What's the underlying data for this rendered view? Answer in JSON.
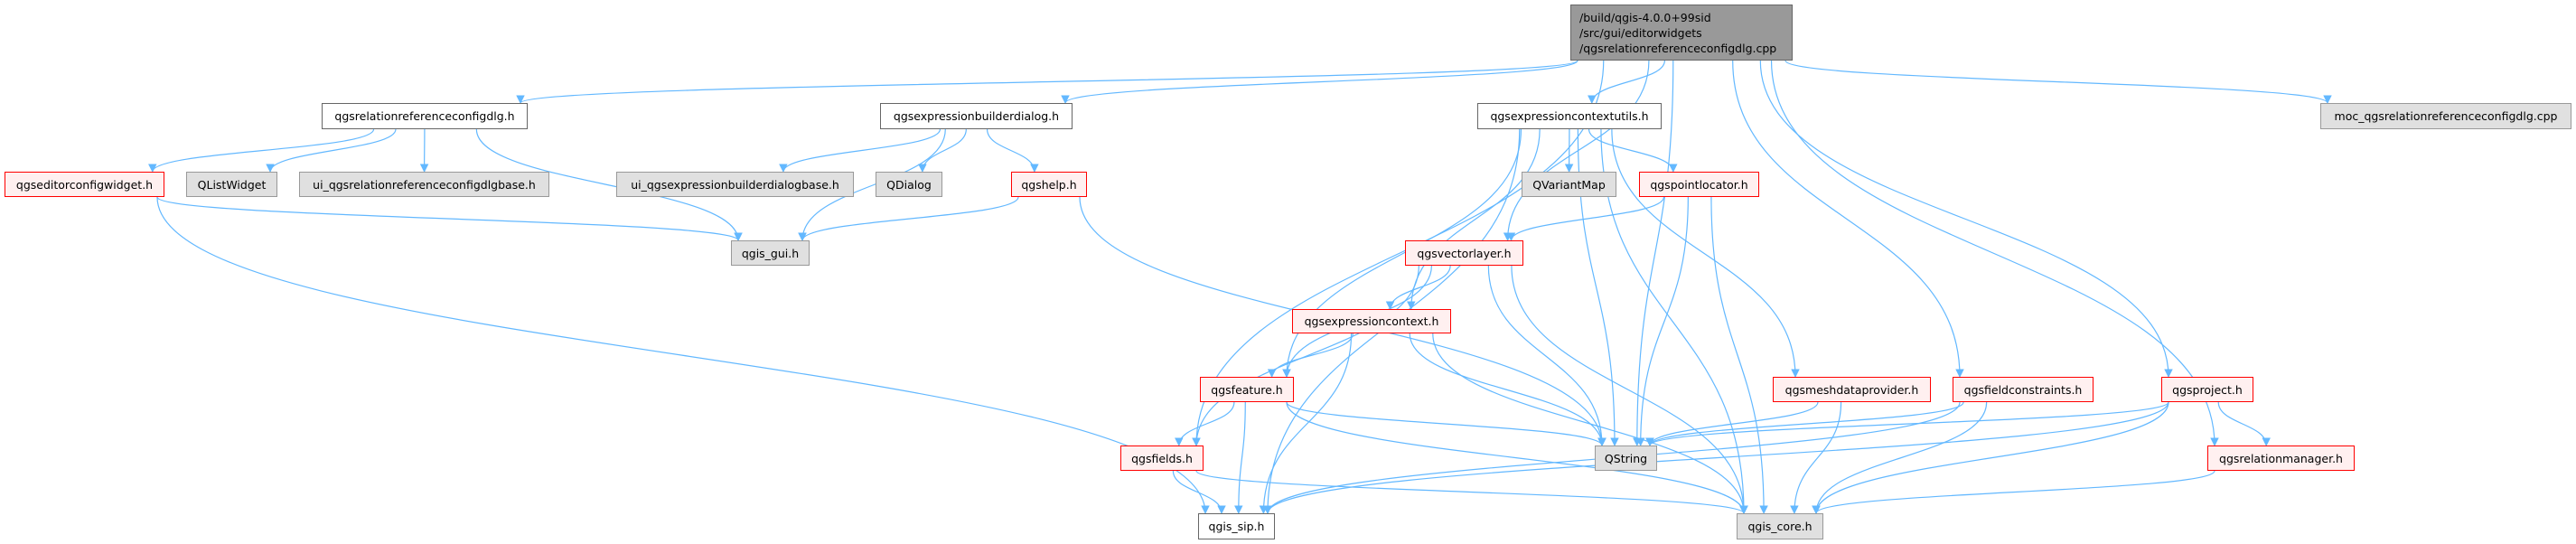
{
  "main": {
    "lines": [
      "/build/qgis-4.0.0+99sid",
      "/src/gui/editorwidgets",
      "/qgsrelationreferenceconfigdlg.cpp"
    ]
  },
  "colors": {
    "edge": "#63b8ff",
    "red_border": "#ff0000",
    "main_fill": "#999999",
    "gray_fill": "#e0e0e0"
  },
  "nodes": {
    "relcfgdlg": {
      "label": "qgsrelationreferenceconfigdlg.h",
      "kind": "white"
    },
    "exprbuilder": {
      "label": "qgsexpressionbuilderdialog.h",
      "kind": "white"
    },
    "exprctxutils": {
      "label": "qgsexpressioncontextutils.h",
      "kind": "white"
    },
    "moc": {
      "label": "moc_qgsrelationreferenceconfigdlg.cpp",
      "kind": "gray"
    },
    "editorcfg": {
      "label": "qgseditorconfigwidget.h",
      "kind": "red"
    },
    "qlistwidget": {
      "label": "QListWidget",
      "kind": "gray"
    },
    "uirel": {
      "label": "ui_qgsrelationreferenceconfigdlgbase.h",
      "kind": "gray"
    },
    "uiexpr": {
      "label": "ui_qgsexpressionbuilderdialogbase.h",
      "kind": "gray"
    },
    "qdialog": {
      "label": "QDialog",
      "kind": "gray"
    },
    "qgshelp": {
      "label": "qgshelp.h",
      "kind": "red"
    },
    "qvariantmap": {
      "label": "QVariantMap",
      "kind": "gray"
    },
    "pointlocator": {
      "label": "qgspointlocator.h",
      "kind": "red"
    },
    "qgisgui": {
      "label": "qgis_gui.h",
      "kind": "gray"
    },
    "vectorlayer": {
      "label": "qgsvectorlayer.h",
      "kind": "red"
    },
    "exprcontext": {
      "label": "qgsexpressioncontext.h",
      "kind": "red"
    },
    "feature": {
      "label": "qgsfeature.h",
      "kind": "red"
    },
    "meshdp": {
      "label": "qgsmeshdataprovider.h",
      "kind": "red"
    },
    "fieldcons": {
      "label": "qgsfieldconstraints.h",
      "kind": "red"
    },
    "project": {
      "label": "qgsproject.h",
      "kind": "red"
    },
    "fields": {
      "label": "qgsfields.h",
      "kind": "red"
    },
    "qstring": {
      "label": "QString",
      "kind": "gray"
    },
    "relmanager": {
      "label": "qgsrelationmanager.h",
      "kind": "red"
    },
    "qgissip": {
      "label": "qgis_sip.h",
      "kind": "white"
    },
    "qgiscore": {
      "label": "qgis_core.h",
      "kind": "gray"
    }
  },
  "edges": [
    [
      "main",
      "relcfgdlg"
    ],
    [
      "main",
      "exprbuilder"
    ],
    [
      "main",
      "exprctxutils"
    ],
    [
      "main",
      "moc"
    ],
    [
      "main",
      "vectorlayer"
    ],
    [
      "main",
      "fields"
    ],
    [
      "main",
      "qstring"
    ],
    [
      "main",
      "fieldcons"
    ],
    [
      "main",
      "project"
    ],
    [
      "main",
      "relmanager"
    ],
    [
      "relcfgdlg",
      "editorcfg"
    ],
    [
      "relcfgdlg",
      "qlistwidget"
    ],
    [
      "relcfgdlg",
      "uirel"
    ],
    [
      "relcfgdlg",
      "qgisgui"
    ],
    [
      "editorcfg",
      "qgisgui"
    ],
    [
      "editorcfg",
      "qgissip"
    ],
    [
      "exprbuilder",
      "uiexpr"
    ],
    [
      "exprbuilder",
      "qdialog"
    ],
    [
      "exprbuilder",
      "qgshelp"
    ],
    [
      "exprbuilder",
      "qgisgui"
    ],
    [
      "qgshelp",
      "qgisgui"
    ],
    [
      "qgshelp",
      "qstring"
    ],
    [
      "exprctxutils",
      "qgissip"
    ],
    [
      "exprctxutils",
      "feature"
    ],
    [
      "exprctxutils",
      "exprcontext"
    ],
    [
      "exprctxutils",
      "qstring"
    ],
    [
      "exprctxutils",
      "qvariantmap"
    ],
    [
      "exprctxutils",
      "pointlocator"
    ],
    [
      "exprctxutils",
      "meshdp"
    ],
    [
      "exprctxutils",
      "qgiscore"
    ],
    [
      "pointlocator",
      "vectorlayer"
    ],
    [
      "pointlocator",
      "qstring"
    ],
    [
      "pointlocator",
      "qgiscore"
    ],
    [
      "vectorlayer",
      "exprcontext"
    ],
    [
      "vectorlayer",
      "feature"
    ],
    [
      "vectorlayer",
      "fields"
    ],
    [
      "vectorlayer",
      "qstring"
    ],
    [
      "vectorlayer",
      "qgiscore"
    ],
    [
      "exprcontext",
      "feature"
    ],
    [
      "exprcontext",
      "qgissip"
    ],
    [
      "exprcontext",
      "qstring"
    ],
    [
      "exprcontext",
      "qgiscore"
    ],
    [
      "feature",
      "fields"
    ],
    [
      "feature",
      "qgissip"
    ],
    [
      "feature",
      "qstring"
    ],
    [
      "feature",
      "qgiscore"
    ],
    [
      "fields",
      "qgissip"
    ],
    [
      "fields",
      "qgiscore"
    ],
    [
      "meshdp",
      "qstring"
    ],
    [
      "meshdp",
      "qgiscore"
    ],
    [
      "fieldcons",
      "qstring"
    ],
    [
      "fieldcons",
      "qgiscore"
    ],
    [
      "fieldcons",
      "qgissip"
    ],
    [
      "project",
      "qstring"
    ],
    [
      "project",
      "qgissip"
    ],
    [
      "project",
      "qgiscore"
    ],
    [
      "project",
      "relmanager"
    ],
    [
      "relmanager",
      "qgiscore"
    ]
  ]
}
